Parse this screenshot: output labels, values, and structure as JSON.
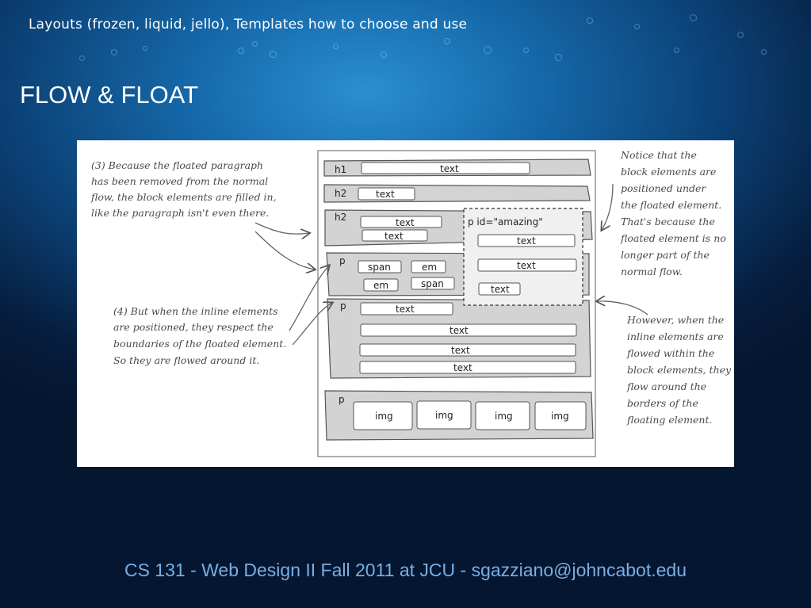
{
  "header": {
    "title": "Layouts (frozen, liquid, jello), Templates how to choose and use"
  },
  "slide": {
    "title": "FLOW & FLOAT"
  },
  "figure": {
    "boxes": {
      "h1": "h1",
      "h2a": "h2",
      "h2b": "h2",
      "p1": "p",
      "p2": "p",
      "p3": "p",
      "float": "p id=\"amazing\""
    },
    "h1_text": "text",
    "h2a_text": "text",
    "h2b_text1": "text",
    "h2b_text2": "text",
    "float_text1": "text",
    "float_text2": "text",
    "float_text3": "text",
    "p1_span1": "span",
    "p1_em1": "em",
    "p1_em2": "em",
    "p1_span2": "span",
    "p2_text1": "text",
    "p2_text2": "text",
    "p2_text3": "text",
    "p2_text4": "text",
    "p3_imgs": [
      "img",
      "img",
      "img",
      "img"
    ],
    "note_left_top": [
      "(3) Because the floated paragraph",
      "has been removed from the normal",
      "flow, the block elements are filled in,",
      "like the paragraph isn't even there."
    ],
    "note_left_bottom": [
      "(4) But when the inline elements",
      "are positioned, they respect the",
      "boundaries of the floated element.",
      "So they are flowed around it."
    ],
    "note_right_top": [
      "Notice that the",
      "block elements are",
      "positioned under",
      "the floated element.",
      "That's because the",
      "floated element is no",
      "longer part of the",
      "normal flow."
    ],
    "note_right_bottom": [
      "However, when the",
      "inline elements are",
      "flowed within the",
      "block elements, they",
      "flow around the",
      "borders of the",
      "floating element."
    ]
  },
  "footer": {
    "text": "CS 131 - Web Design II Fall 2011 at JCU - sgazziano@johncabot.edu"
  }
}
